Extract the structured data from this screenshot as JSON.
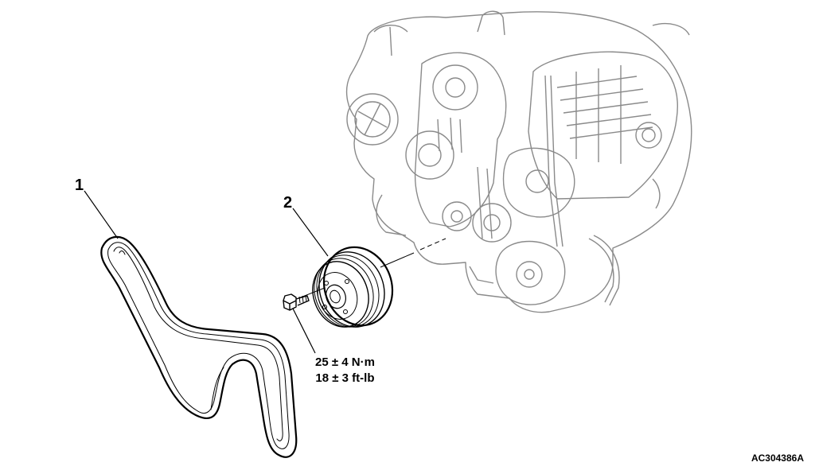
{
  "labels": {
    "part_1": "1",
    "part_2": "2",
    "torque_metric": "25 ± 4 N·m",
    "torque_imperial": "18 ± 3 ft-lb",
    "figure_id": "AC304386A"
  },
  "colors": {
    "line": "#000000",
    "engine_line": "#8a8a8a",
    "background": "#ffffff"
  },
  "icons": [
    "drive-belt",
    "crankshaft-pulley",
    "pulley-bolt",
    "engine-block"
  ]
}
